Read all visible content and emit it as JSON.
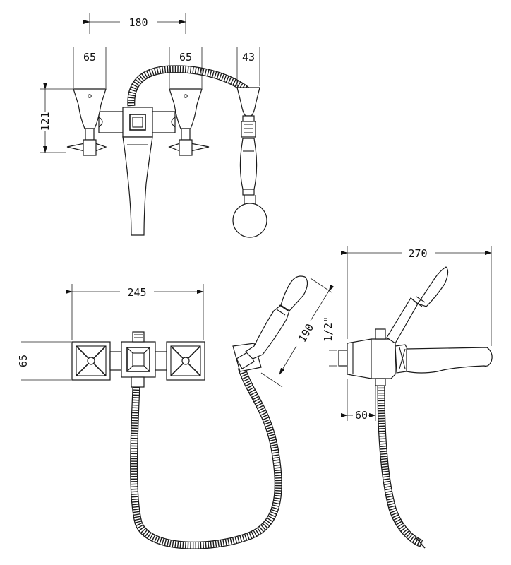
{
  "dimensions": {
    "front_width_total": "180",
    "front_handle_left": "65",
    "front_handle_right": "65",
    "front_shower_holder": "43",
    "front_height": "121",
    "top_width": "245",
    "top_depth": "65",
    "holder_length": "190",
    "side_length": "270",
    "side_thread": "1/2\"",
    "side_outlet": "60"
  }
}
